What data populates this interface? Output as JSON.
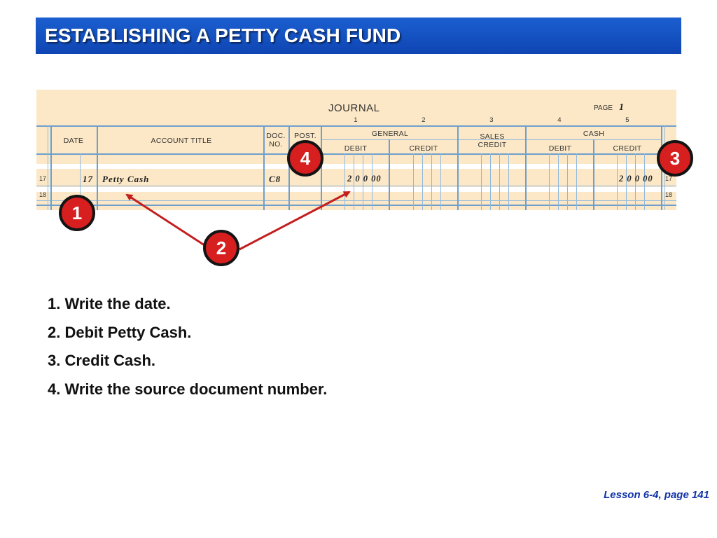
{
  "slide": {
    "title": "ESTABLISHING A PETTY CASH FUND",
    "footer": "Lesson 6-4, page 141"
  },
  "journal": {
    "title": "JOURNAL",
    "page_label": "PAGE",
    "page_number": "1",
    "column_numbers": [
      "1",
      "2",
      "3",
      "4",
      "5"
    ],
    "headers": {
      "date": "DATE",
      "account_title": "ACCOUNT TITLE",
      "doc_no_line1": "DOC.",
      "doc_no_line2": "NO.",
      "post_ref": "POST.",
      "general": "GENERAL",
      "general_debit": "DEBIT",
      "general_credit": "CREDIT",
      "sales_line1": "SALES",
      "sales_line2": "CREDIT",
      "cash": "CASH",
      "cash_debit": "DEBIT",
      "cash_credit": "CREDIT"
    },
    "rows": [
      {
        "line": "17",
        "line_right": "17",
        "day": "17",
        "account": "Petty Cash",
        "doc": "C8",
        "general_debit": "2 0 0 00",
        "cash_credit": "2 0 0 00"
      },
      {
        "line": "18",
        "line_right": "18",
        "day": "",
        "account": "",
        "doc": "",
        "general_debit": "",
        "cash_credit": ""
      }
    ]
  },
  "callouts": [
    "1",
    "2",
    "3",
    "4"
  ],
  "steps": [
    "1. Write the date.",
    "2. Debit Petty Cash.",
    "3. Credit Cash.",
    "4. Write the source document number."
  ],
  "colors": {
    "title_bar": "#1553c4",
    "journal_paper": "#fce8c6",
    "rule_lines": "#8fb8dd",
    "callout_fill": "#d71f1f",
    "arrow": "#c41e1e",
    "footer_text": "#1033a8"
  }
}
